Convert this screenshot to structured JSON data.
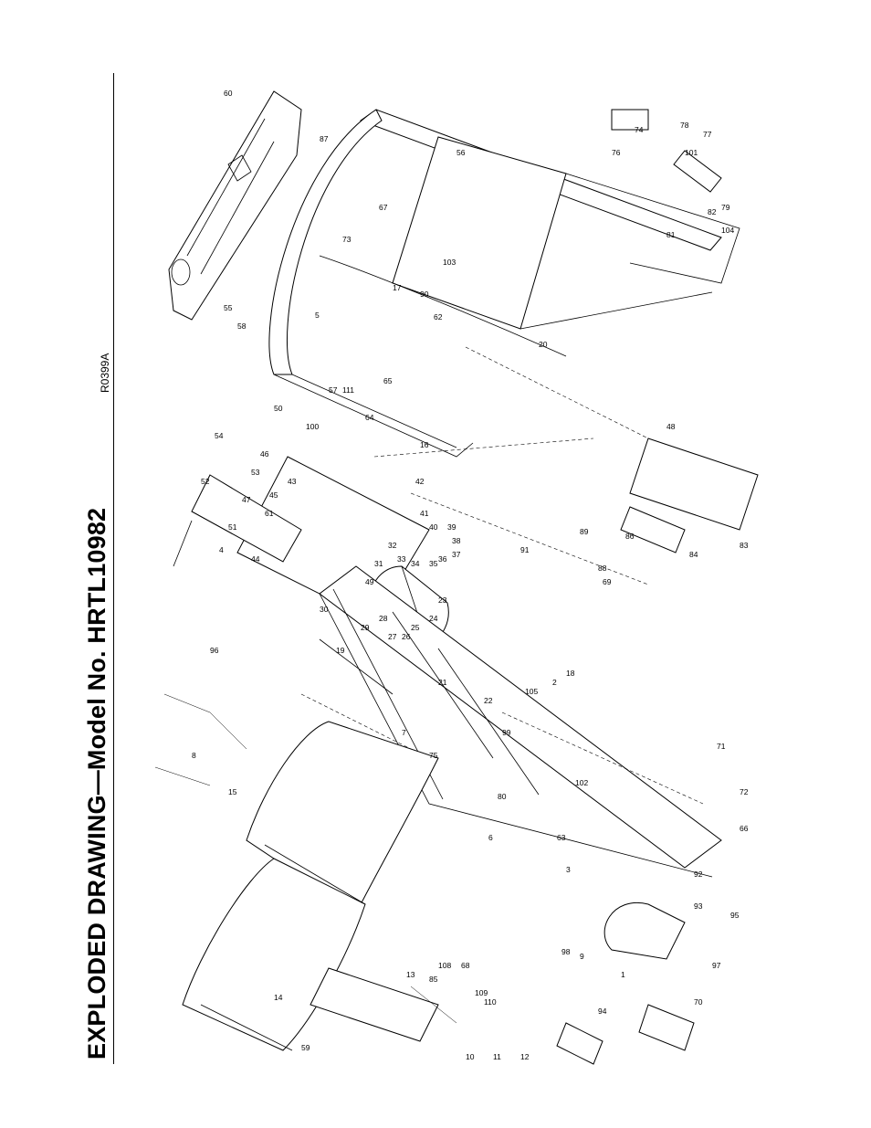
{
  "title": "EXPLODED DRAWING—Model No. HRTL10982",
  "drawing_code": "R0399A",
  "callouts": [
    "1",
    "2",
    "3",
    "4",
    "5",
    "6",
    "7",
    "8",
    "9",
    "10",
    "11",
    "12",
    "13",
    "14",
    "15",
    "16",
    "17",
    "18",
    "19",
    "20",
    "21",
    "22",
    "23",
    "24",
    "25",
    "26",
    "27",
    "28",
    "29",
    "30",
    "31",
    "32",
    "33",
    "34",
    "35",
    "36",
    "37",
    "38",
    "39",
    "40",
    "41",
    "42",
    "43",
    "44",
    "45",
    "46",
    "47",
    "48",
    "49",
    "50",
    "51",
    "52",
    "53",
    "54",
    "55",
    "56",
    "57",
    "58",
    "59",
    "60",
    "61",
    "62",
    "63",
    "64",
    "65",
    "66",
    "67",
    "68",
    "69",
    "70",
    "71",
    "72",
    "73",
    "74",
    "75",
    "76",
    "77",
    "78",
    "79",
    "80",
    "81",
    "82",
    "83",
    "84",
    "85",
    "86",
    "87",
    "88",
    "89",
    "90",
    "91",
    "92",
    "93",
    "94",
    "95",
    "96",
    "97",
    "98",
    "99",
    "100",
    "101",
    "102",
    "103",
    "104",
    "105",
    "108",
    "109",
    "110",
    "111"
  ]
}
